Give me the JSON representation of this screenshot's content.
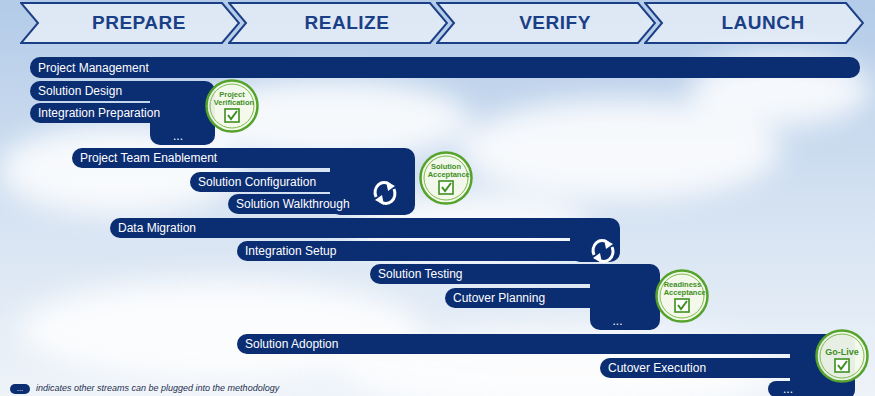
{
  "diagram": {
    "nodes": [
      {
        "text": [
          "PREPARE"
        ]
      },
      {
        "text": [
          "REALIZE"
        ]
      },
      {
        "text": [
          "VERIFY"
        ]
      },
      {
        "text": [
          "LAUNCH"
        ]
      },
      {
        "text": [
          "Project Management"
        ]
      },
      {
        "text": [
          "Solution Design"
        ]
      },
      {
        "text": [
          "Integration Preparation"
        ]
      },
      {
        "text": [
          "..."
        ]
      },
      {
        "text": [
          "Project Verification"
        ]
      },
      {
        "text": [
          "Project Team Enablement"
        ]
      },
      {
        "text": [
          "Solution Configuration"
        ]
      },
      {
        "text": [
          "Solution Walkthrough"
        ]
      },
      {
        "text": [
          "Solution Acceptance"
        ]
      },
      {
        "text": [
          "Data Migration"
        ]
      },
      {
        "text": [
          "Integration Setup"
        ]
      },
      {
        "text": [
          "Solution Testing"
        ]
      },
      {
        "text": [
          "Cutover Planning"
        ]
      },
      {
        "text": [
          "..."
        ]
      },
      {
        "text": [
          "Readiness Acceptance"
        ]
      },
      {
        "text": [
          "Solution Adoption"
        ]
      },
      {
        "text": [
          "Cutover Execution"
        ]
      },
      {
        "text": [
          "..."
        ]
      },
      {
        "text": [
          "Go-Live"
        ]
      }
    ],
    "labels": [
      "..."
    ],
    "legend": [
      {
        "text": "indicates other streams can be plugged into the methodology",
        "color": "#0b2d72"
      }
    ]
  }
}
